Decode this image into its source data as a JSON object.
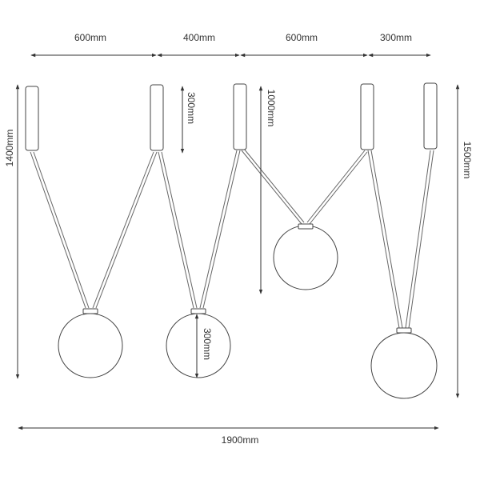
{
  "dimensions": {
    "top_spacing": [
      "600mm",
      "400mm",
      "600mm",
      "300mm"
    ],
    "canopy_height": "300mm",
    "drop_1000": "1000mm",
    "drop_1400": "1400mm",
    "drop_1500": "1500mm",
    "total_width": "1900mm",
    "globe_diameter": "300mm"
  },
  "colors": {
    "line": "#444444",
    "background": "#ffffff"
  }
}
